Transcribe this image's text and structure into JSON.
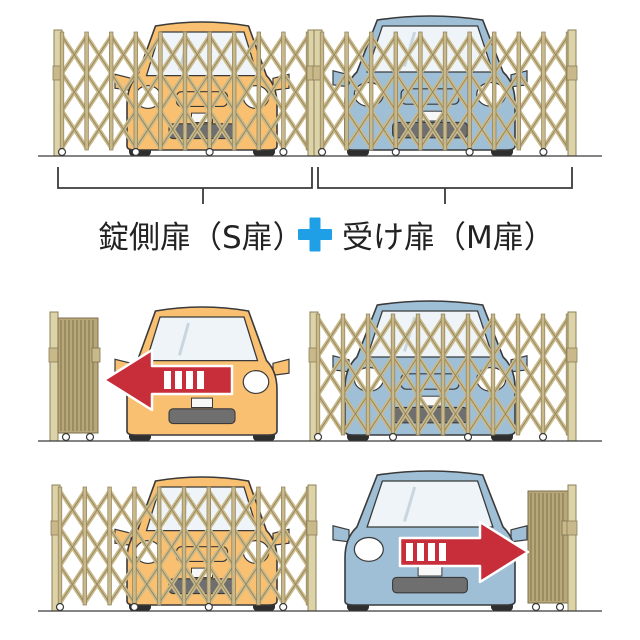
{
  "caption": {
    "left": "錠側扉（S扉）",
    "right": "受け扉（M扉）",
    "plus_color": "#1fa0e6"
  },
  "colors": {
    "gate": "#c9b98a",
    "gate_post": "#ddd3a8",
    "gate_folded": "#b8a877",
    "outline": "#3a3a3a",
    "car_orange": "#f8c070",
    "car_blue": "#9fbfd6",
    "arrow_red": "#c82e3a",
    "arrow_white": "#ffffff",
    "ground": "#3a3a3a"
  },
  "scenes": [
    {
      "id": "both-closed",
      "left_car": "orange",
      "right_car": "blue",
      "left_gate": "closed",
      "right_gate": "closed"
    },
    {
      "id": "left-open",
      "left_car": "orange",
      "right_car": "blue",
      "left_gate": "folded",
      "right_gate": "closed",
      "arrow": "left"
    },
    {
      "id": "right-open",
      "left_car": "orange",
      "right_car": "blue",
      "left_gate": "closed",
      "right_gate": "folded",
      "arrow": "right"
    }
  ]
}
